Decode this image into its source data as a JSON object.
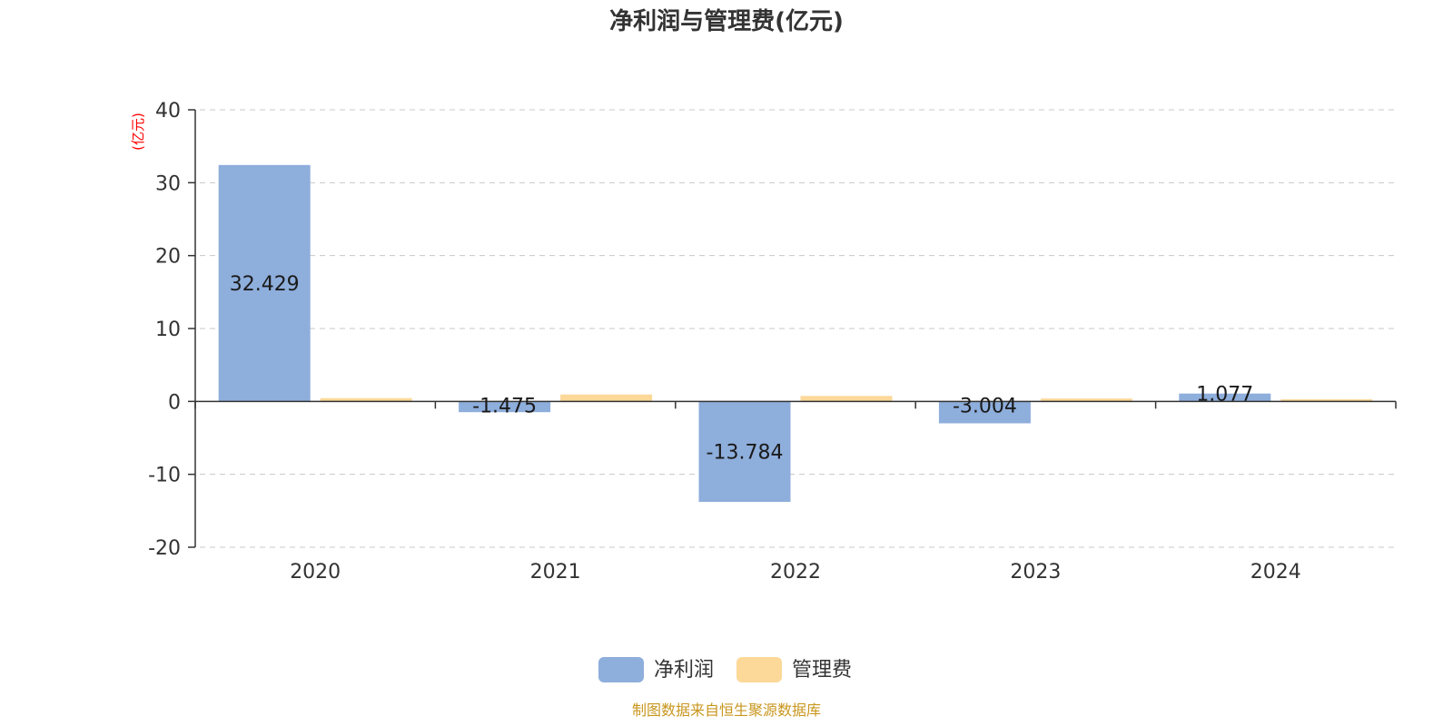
{
  "chart_data": {
    "type": "bar",
    "title": "净利润与管理费(亿元)",
    "ylabel": "(亿元)",
    "categories": [
      "2020",
      "2021",
      "2022",
      "2023",
      "2024"
    ],
    "series": [
      {
        "name": "净利润",
        "color": "#8eaedc",
        "values": [
          32.429,
          -1.475,
          -13.784,
          -3.004,
          1.077
        ],
        "labels": [
          "32.429",
          "-1.475",
          "-13.784",
          "-3.004",
          "1.077"
        ]
      },
      {
        "name": "管理费",
        "color": "#fcd899",
        "values": [
          0.45,
          0.95,
          0.75,
          0.4,
          0.3
        ]
      }
    ],
    "ylim": [
      -20,
      40
    ],
    "yticks": [
      40,
      30,
      20,
      10,
      0,
      -10,
      -20
    ],
    "grid": true,
    "legend_position": "bottom-center"
  },
  "source": "制图数据来自恒生聚源数据库"
}
